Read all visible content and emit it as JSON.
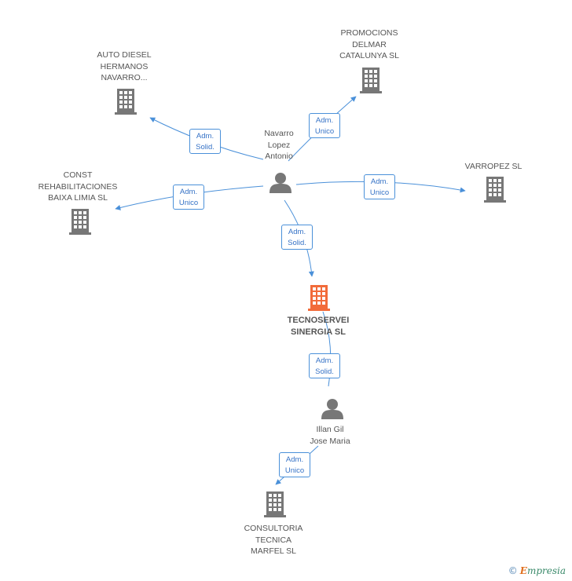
{
  "colors": {
    "edge": "#4a90d9",
    "building": "#777777",
    "main_building": "#f26b3a",
    "person": "#777777"
  },
  "nodes": {
    "auto_diesel": {
      "label": "AUTO DIESEL\nHERMANOS\nNAVARRO...",
      "icon": "building-icon"
    },
    "promocions": {
      "label": "PROMOCIONS\nDELMAR\nCATALUNYA SL",
      "icon": "building-icon"
    },
    "const_rehab": {
      "label": "CONST\nREHABILITACIONES\nBAIXA LIMIA SL",
      "icon": "building-icon"
    },
    "varropez": {
      "label": "VARROPEZ SL",
      "icon": "building-icon"
    },
    "navarro": {
      "label": "Navarro\nLopez\nAntonio",
      "icon": "person-icon"
    },
    "tecnoservei": {
      "label": "TECNOSERVEI\nSINERGIA SL",
      "icon": "building-icon"
    },
    "illan": {
      "label": "Illan Gil\nJose Maria",
      "icon": "person-icon"
    },
    "consultoria": {
      "label": "CONSULTORIA\nTECNICA\nMARFEL  SL",
      "icon": "building-icon"
    }
  },
  "relations": {
    "r_auto": "Adm.\nSolid.",
    "r_promo": "Adm.\nUnico",
    "r_const": "Adm.\nUnico",
    "r_varro": "Adm.\nUnico",
    "r_tecno": "Adm.\nSolid.",
    "r_illan": "Adm.\nSolid.",
    "r_consul": "Adm.\nUnico"
  },
  "footer": {
    "copyright": "©",
    "brand_e": "E",
    "brand_rest": "mpresia"
  }
}
